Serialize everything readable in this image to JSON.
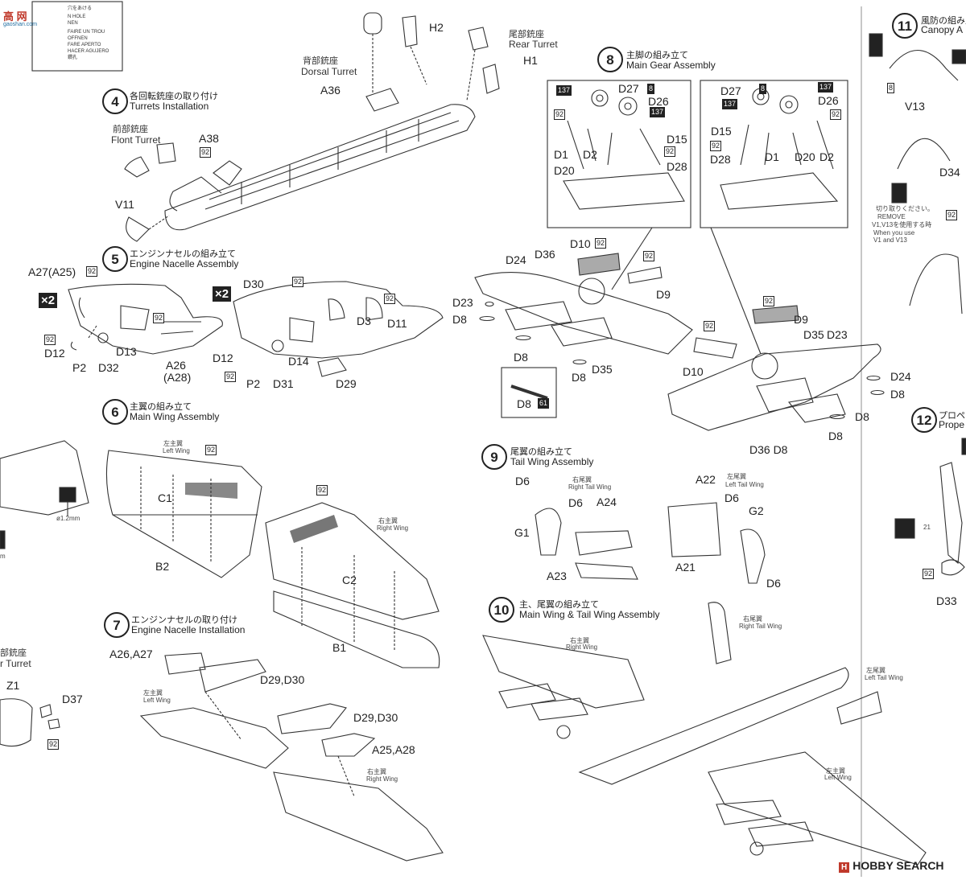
{
  "watermark": {
    "site_cn": "高 网",
    "site_url": "gaoshan.com",
    "brand": "HOBBY SEARCH",
    "brand_mark": "H"
  },
  "legend": {
    "jp_top": "穴をあける",
    "lines": [
      "N HOLE",
      "NEN",
      "FAIRE UN TROU",
      "OFFNEN",
      "FARE APERTO",
      "HACER AGUJERO",
      "鑽孔"
    ]
  },
  "steps": {
    "s4": {
      "num": "4",
      "jp": "各回転銃座の取り付け",
      "en": "Turrets Installation"
    },
    "s5": {
      "num": "5",
      "jp": "エンジンナセルの組み立て",
      "en": "Engine Nacelle Assembly"
    },
    "s6": {
      "num": "6",
      "jp": "主翼の組み立て",
      "en": "Main Wing Assembly"
    },
    "s7": {
      "num": "7",
      "jp": "エンジンナセルの取り付け",
      "en": "Engine Nacelle Installation"
    },
    "s8": {
      "num": "8",
      "jp": "主脚の組み立て",
      "en": "Main Gear Assembly"
    },
    "s9": {
      "num": "9",
      "jp": "尾翼の組み立て",
      "en": "Tail Wing Assembly"
    },
    "s10": {
      "num": "10",
      "jp": "主、尾翼の組み立て",
      "en": "Main Wing & Tail Wing Assembly"
    },
    "s11": {
      "num": "11",
      "jp": "風防の組み立て",
      "en": "Canopy A"
    },
    "s12": {
      "num": "12",
      "jp": "プロペ",
      "en": "Prope"
    }
  },
  "callouts": {
    "dorsal_jp": "背部銃座",
    "dorsal_en": "Dorsal Turret",
    "rear_jp": "尾部銃座",
    "rear_en": "Rear Turret",
    "front_jp": "前部銃座",
    "front_en": "Flont Turret",
    "rear_frag_jp": "部銃座",
    "rear_frag_en": "r Turret",
    "left_wing_jp": "左主翼",
    "left_wing_en": "Left Wing",
    "right_wing_jp": "右主翼",
    "right_wing_en": "Right Wing",
    "right_tail_jp": "右尾翼",
    "right_tail_en": "Right Tail Wing",
    "left_tail_jp": "左尾翼",
    "left_tail_en": "Left Tail Wing",
    "remove_jp": "切り取りください。",
    "remove_en": "REMOVE",
    "v1v13_jp": "V1,V13を使用する時",
    "v1v13_en1": "When you use",
    "v1v13_en2": "V1 and V13",
    "dia": "ø1.2mm",
    "mm_frag": "m",
    "num21": "21"
  },
  "paint": {
    "c92": "92",
    "c8": "8",
    "c137": "137",
    "c61": "61"
  },
  "multiplier": "×2",
  "parts": {
    "H2": "H2",
    "H1": "H1",
    "A36": "A36",
    "A38": "A38",
    "V11": "V11",
    "A27A25": "A27(A25)",
    "D12": "D12",
    "P2": "P2",
    "D32": "D32",
    "D13": "D13",
    "A26": "A26",
    "A28p": "(A28)",
    "D30": "D30",
    "D3": "D3",
    "D11": "D11",
    "D14": "D14",
    "D31": "D31",
    "D29": "D29",
    "D10": "D10",
    "D24": "D24",
    "D36": "D36",
    "D23": "D23",
    "D8": "D8",
    "D9": "D9",
    "D35": "D35",
    "D36D8": "D36 D8",
    "D27": "D27",
    "D26": "D26",
    "D15": "D15",
    "D1": "D1",
    "D2": "D2",
    "D20": "D20",
    "D28": "D28",
    "V13": "V13",
    "D34": "D34",
    "D33": "D33",
    "C1": "C1",
    "B2": "B2",
    "C2": "C2",
    "B1": "B1",
    "D6": "D6",
    "A24": "A24",
    "G1": "G1",
    "A23": "A23",
    "A22": "A22",
    "G2": "G2",
    "A21": "A21",
    "A26A27": "A26,A27",
    "D29D30": "D29,D30",
    "A25A28": "A25,A28",
    "Z1": "Z1",
    "D37": "D37"
  }
}
